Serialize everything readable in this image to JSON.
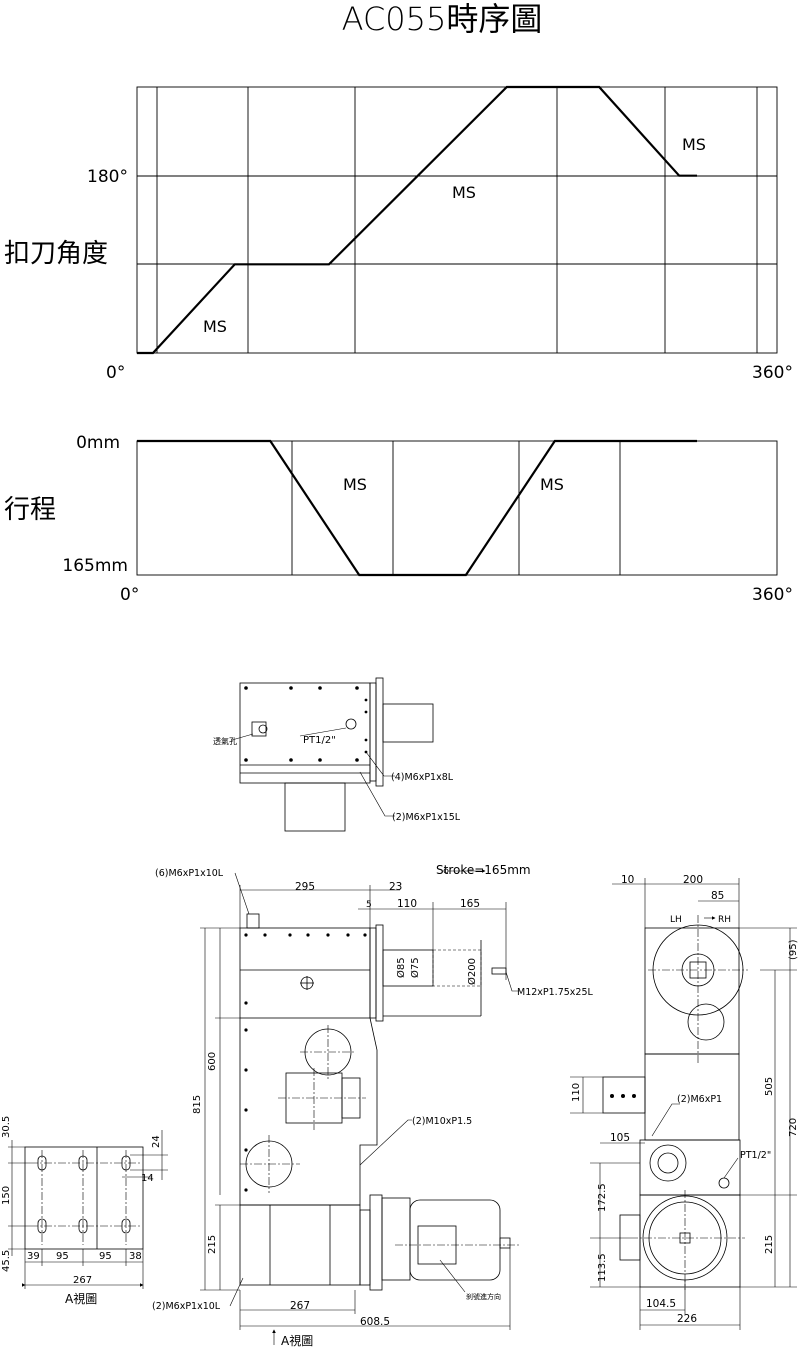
{
  "title": "AC055時序圖",
  "angle_chart": {
    "ylabel": "扣刀角度",
    "y_tick": "180°",
    "x_start": "0°",
    "x_end": "360°",
    "segment_labels": [
      "MS",
      "MS",
      "MS"
    ]
  },
  "stroke_chart": {
    "ylabel": "行程",
    "y_top": "0mm",
    "y_bottom": "165mm",
    "x_start": "0°",
    "x_end": "360°",
    "segment_labels": [
      "MS",
      "MS"
    ]
  },
  "chart_data": [
    {
      "type": "line",
      "title": "",
      "xlabel": "",
      "ylabel": "扣刀角度",
      "x": [
        0,
        9,
        55,
        108,
        208,
        260,
        305,
        315
      ],
      "y": [
        0,
        0,
        90,
        90,
        270,
        270,
        180,
        180
      ],
      "annotations": [
        "MS",
        "MS",
        "MS"
      ]
    },
    {
      "type": "line",
      "title": "",
      "xlabel": "",
      "ylabel": "行程",
      "x": [
        0,
        75,
        125,
        185,
        235,
        315
      ],
      "y": [
        0,
        0,
        165,
        165,
        0,
        0
      ],
      "annotations": [
        "MS",
        "MS"
      ]
    }
  ],
  "top_view": {
    "vent_label": "透氣孔",
    "pt_label": "PT1/2\"",
    "m6x8_label": "(4)M6xP1x8L",
    "m6x15_label": "(2)M6xP1x15L"
  },
  "front_view": {
    "m6x10_top": "(6)M6xP1x10L",
    "m6x10_bottom": "(2)M6xP1x10L",
    "stroke_label": "Stroke=165mm",
    "d295": "295",
    "d23": "23",
    "d5": "5",
    "d110": "110",
    "d165": "165",
    "d85": "Ø85",
    "d75": "Ø75",
    "d200": "Ø200",
    "m12_label": "M12xP1.75x25L",
    "m10_label": "(2)M10xP1.5",
    "d600": "600",
    "d815": "815",
    "d215": "215",
    "d267": "267",
    "d608": "608.5",
    "view_a": "A視圖",
    "motor_dir": "刹號進方向"
  },
  "a_view": {
    "d30": "30.5",
    "d150": "150",
    "d45": "45.5",
    "d24": "24",
    "d14": "14",
    "d39": "39",
    "d95a": "95",
    "d95b": "95",
    "d38": "38",
    "d267": "267",
    "label": "A視圖"
  },
  "side_view": {
    "d10": "10",
    "d200": "200",
    "d85": "85",
    "lh": "LH",
    "rh": "RH",
    "d95": "(95)",
    "d505": "505",
    "d720": "720",
    "d110": "110",
    "d105": "105",
    "m6_label": "(2)M6xP1",
    "pt_label": "PT1/2\"",
    "d172": "172.5",
    "d215": "215",
    "d113": "113.5",
    "d104": "104.5",
    "d226": "226"
  }
}
